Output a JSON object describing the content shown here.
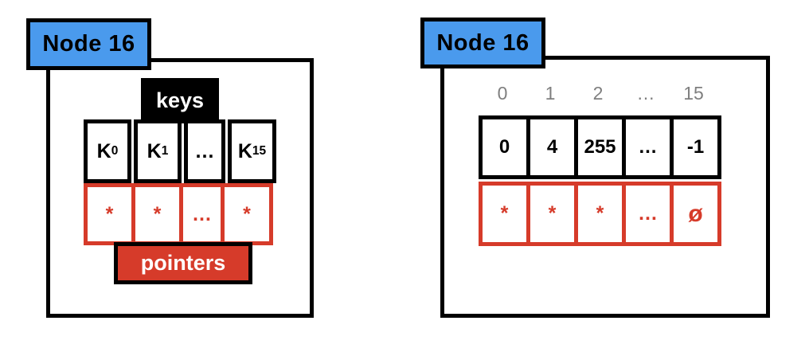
{
  "left_node": {
    "tag": "Node 16",
    "keys_label": "keys",
    "pointers_label": "pointers",
    "key_cells": [
      {
        "base": "K",
        "sub": "0"
      },
      {
        "base": "K",
        "sub": "1"
      },
      {
        "base": "…",
        "sub": ""
      },
      {
        "base": "K",
        "sub": "15"
      }
    ],
    "pointer_cells": [
      "*",
      "*",
      "…",
      "*"
    ]
  },
  "right_node": {
    "tag": "Node 16",
    "index_labels": [
      "0",
      "1",
      "2",
      "…",
      "15"
    ],
    "key_cells": [
      "0",
      "4",
      "255",
      "…",
      "-1"
    ],
    "pointer_cells": [
      "*",
      "*",
      "*",
      "…",
      "ø"
    ]
  },
  "colors": {
    "blue": "#4A9AED",
    "red": "#D63B2A",
    "gray": "#7F7F7F",
    "black": "#000000",
    "white": "#FFFFFF"
  }
}
